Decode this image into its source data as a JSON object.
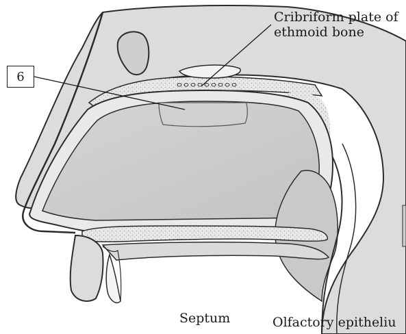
{
  "labels": {
    "cribriform_line1": "Cribriform plate of",
    "cribriform_line2": "ethmoid bone",
    "number_box": "6",
    "septum": "Septum",
    "olfactory": "Olfactory epitheliu"
  },
  "colors": {
    "outline": "#2b2b2b",
    "tissue_fill": "#d8d8d8",
    "mucosa_fill": "#e6e6e6",
    "cavity_fill": "#cdcdcd",
    "bone_stipple": "#b9b9b9",
    "background": "#ffffff"
  }
}
